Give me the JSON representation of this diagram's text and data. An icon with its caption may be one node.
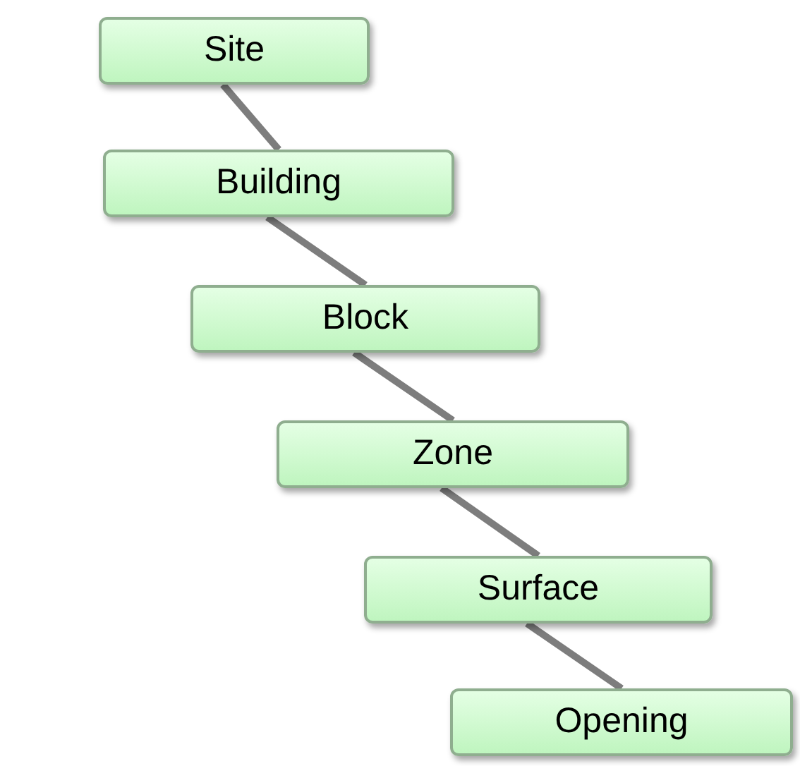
{
  "diagram": {
    "nodes": [
      {
        "text": [
          "Site"
        ]
      },
      {
        "text": [
          "Building"
        ]
      },
      {
        "text": [
          "Block"
        ]
      },
      {
        "text": [
          "Zone"
        ]
      },
      {
        "text": [
          "Surface"
        ]
      },
      {
        "text": [
          "Opening"
        ]
      }
    ],
    "edges": [
      {
        "from": 0,
        "to": 1,
        "arrow": "none"
      },
      {
        "from": 1,
        "to": 2,
        "arrow": "none"
      },
      {
        "from": 2,
        "to": 3,
        "arrow": "none"
      },
      {
        "from": 3,
        "to": 4,
        "arrow": "none"
      },
      {
        "from": 4,
        "to": 5,
        "arrow": "none"
      }
    ]
  }
}
